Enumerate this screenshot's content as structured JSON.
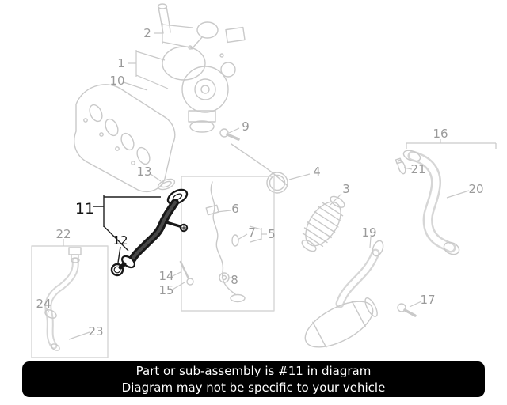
{
  "diagram": {
    "highlighted_part": "11",
    "labels": [
      {
        "text": "2"
      },
      {
        "text": "1"
      },
      {
        "text": "10"
      },
      {
        "text": "9"
      },
      {
        "text": "13"
      },
      {
        "text": "4"
      },
      {
        "text": "3"
      },
      {
        "text": "16"
      },
      {
        "text": "21"
      },
      {
        "text": "20"
      },
      {
        "text": "11",
        "highlighted": true
      },
      {
        "text": "6"
      },
      {
        "text": "5"
      },
      {
        "text": "7"
      },
      {
        "text": "12",
        "highlighted": true
      },
      {
        "text": "22"
      },
      {
        "text": "19"
      },
      {
        "text": "8"
      },
      {
        "text": "14"
      },
      {
        "text": "15"
      },
      {
        "text": "24"
      },
      {
        "text": "17"
      },
      {
        "text": "23"
      }
    ],
    "colors": {
      "part_line": "#c9c9c9",
      "highlight": "#1a1a1a",
      "label_gray": "#9a9a9a",
      "banner_bg": "#000000",
      "banner_text": "#ffffff"
    }
  },
  "banner": {
    "line1": "Part or sub-assembly is #11 in diagram",
    "line2": "Diagram may not be specific to your vehicle"
  }
}
